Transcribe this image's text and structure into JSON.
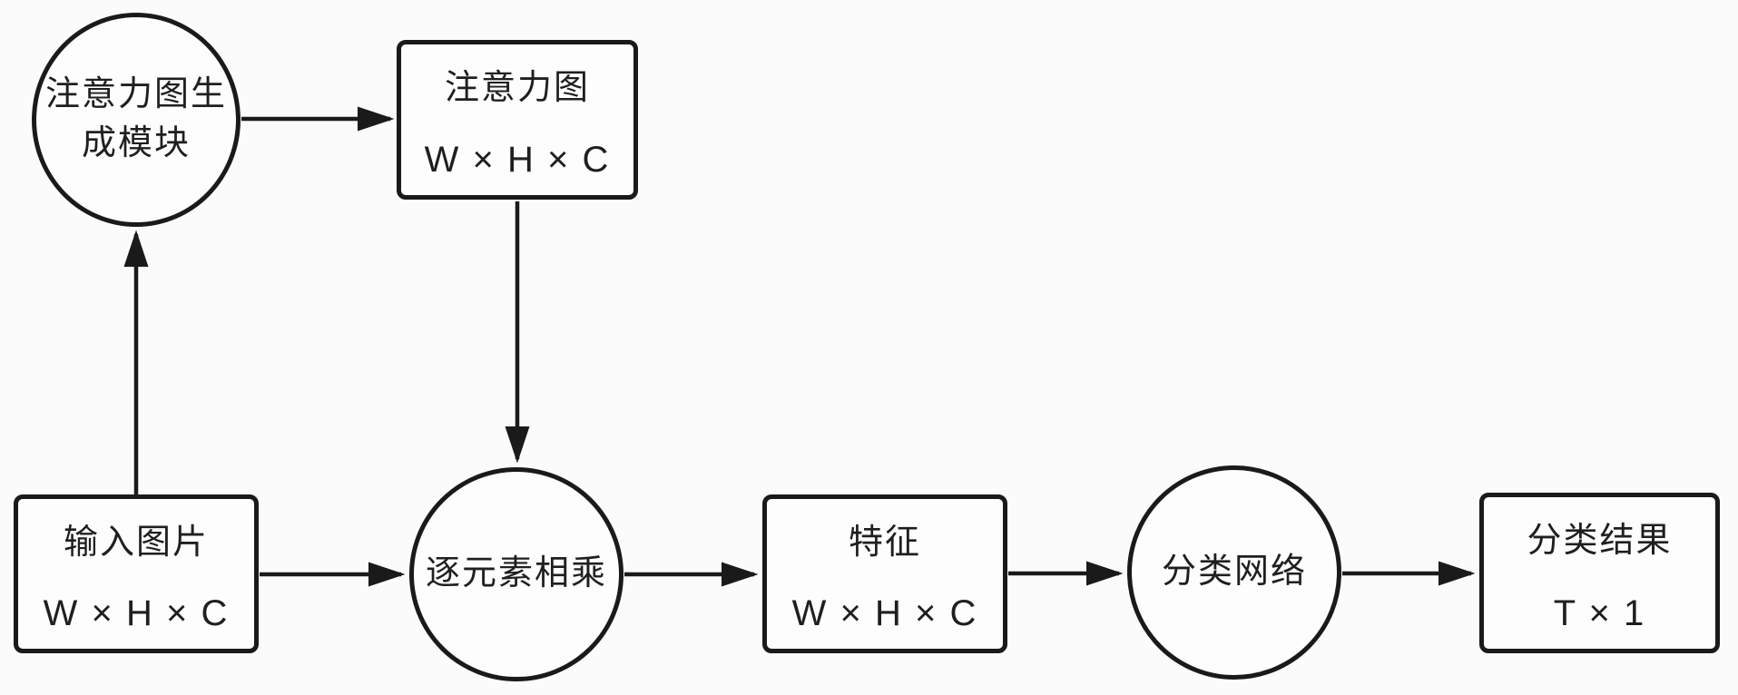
{
  "diagram": {
    "type": "flowchart",
    "background_color": "#fbfbfb",
    "stroke_color": "#1a1a1a",
    "text_color": "#1f1f1f",
    "nodes": [
      {
        "id": "attention-gen-module",
        "shape": "circle",
        "label": "注意力图生成模块",
        "label_lines": [
          "注意力图生",
          "成模块"
        ]
      },
      {
        "id": "attention-map",
        "shape": "rect",
        "label": "注意力图",
        "dims": "W × H × C"
      },
      {
        "id": "input-image",
        "shape": "rect",
        "label": "输入图片",
        "dims": "W × H × C"
      },
      {
        "id": "elementwise-multiply",
        "shape": "circle",
        "label": "逐元素相乘"
      },
      {
        "id": "feature",
        "shape": "rect",
        "label": "特征",
        "dims": "W × H × C"
      },
      {
        "id": "classification-network",
        "shape": "circle",
        "label": "分类网络"
      },
      {
        "id": "classification-result",
        "shape": "rect",
        "label": "分类结果",
        "dims": "T × 1"
      }
    ],
    "edges": [
      {
        "from": "input-image",
        "to": "attention-gen-module",
        "direction": "up"
      },
      {
        "from": "attention-gen-module",
        "to": "attention-map",
        "direction": "right"
      },
      {
        "from": "attention-map",
        "to": "elementwise-multiply",
        "direction": "down"
      },
      {
        "from": "input-image",
        "to": "elementwise-multiply",
        "direction": "right"
      },
      {
        "from": "elementwise-multiply",
        "to": "feature",
        "direction": "right"
      },
      {
        "from": "feature",
        "to": "classification-network",
        "direction": "right"
      },
      {
        "from": "classification-network",
        "to": "classification-result",
        "direction": "right"
      }
    ]
  }
}
